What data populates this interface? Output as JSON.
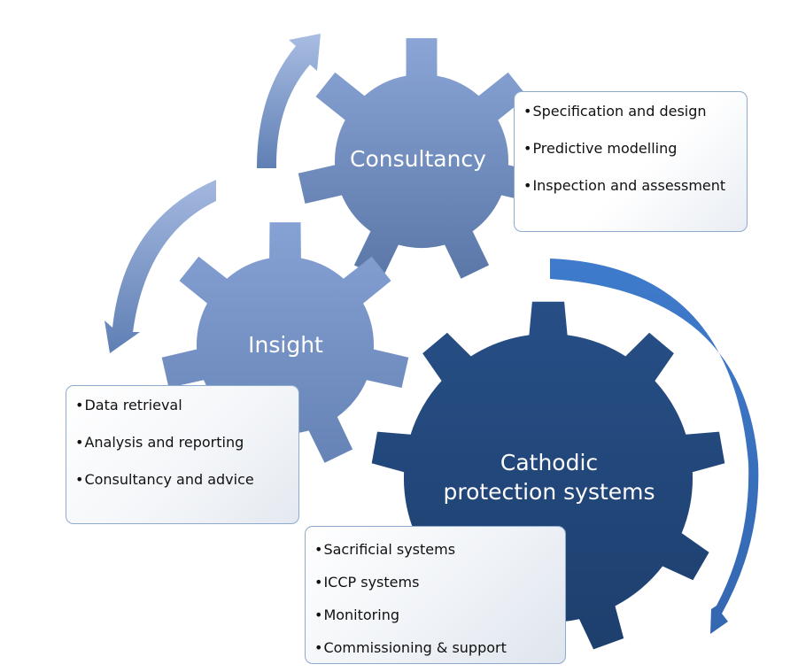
{
  "gears": {
    "consultancy": {
      "label": "Consultancy",
      "color": "#6f8bbd"
    },
    "insight": {
      "label": "Insight",
      "color": "#7893c4"
    },
    "cathodic": {
      "label_line1": "Cathodic",
      "label_line2": "protection systems",
      "color": "#1f4b82"
    }
  },
  "boxes": {
    "consultancy": {
      "items": [
        "Specification and design",
        "Predictive modelling",
        "Inspection and assessment"
      ]
    },
    "insight": {
      "items": [
        "Data retrieval",
        "Analysis and reporting",
        "Consultancy and advice"
      ]
    },
    "cathodic": {
      "items": [
        "Sacrificial systems",
        "ICCP systems",
        "Monitoring",
        "Commissioning & support"
      ]
    }
  },
  "colors": {
    "arrow_light": "#9cb3dc",
    "arrow_mid": "#5b7cb2",
    "arrow_blue": "#3f77c4",
    "box_border": "#8eaacc"
  }
}
